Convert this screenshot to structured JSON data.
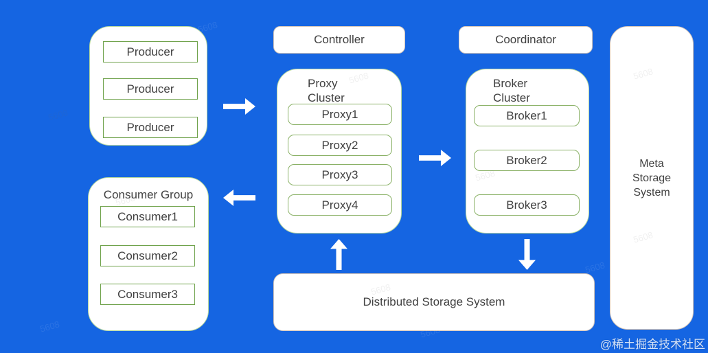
{
  "colors": {
    "background": "#1565e2",
    "node_fill": "#ffffff",
    "cluster_border": "#b5d79e",
    "box_border_sharp": "#6fa24b",
    "box_border_round": "#8ab166",
    "plain_node_border": "#d4c5b9",
    "text": "#404040",
    "arrow": "#ffffff"
  },
  "producer_group": {
    "items": [
      "Producer",
      "Producer",
      "Producer"
    ]
  },
  "consumer_group": {
    "title": "Consumer Group",
    "items": [
      "Consumer1",
      "Consumer2",
      "Consumer3"
    ]
  },
  "proxy_cluster": {
    "title": "Proxy Cluster",
    "items": [
      "Proxy1",
      "Proxy2",
      "Proxy3",
      "Proxy4"
    ]
  },
  "broker_cluster": {
    "title": "Broker Cluster",
    "items": [
      "Broker1",
      "Broker2",
      "Broker3"
    ]
  },
  "controller": {
    "label": "Controller"
  },
  "coordinator": {
    "label": "Coordinator"
  },
  "meta_storage": {
    "label": "Meta Storage System"
  },
  "distributed_storage": {
    "label": "Distributed Storage System"
  },
  "watermark": {
    "badge": "@稀土掘金技术社区",
    "tile": "5608"
  }
}
